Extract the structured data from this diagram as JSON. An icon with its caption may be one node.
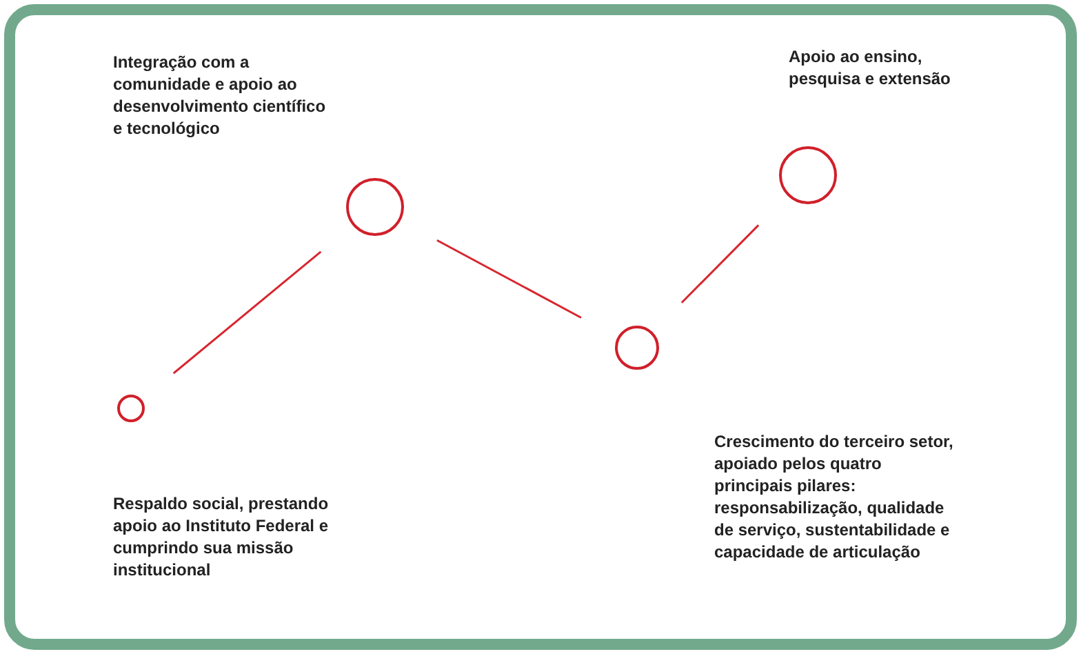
{
  "diagram": {
    "nodes": [
      {
        "text": [],
        "shape": "circle"
      },
      {
        "text": [],
        "shape": "circle"
      },
      {
        "text": [],
        "shape": "circle"
      },
      {
        "text": [],
        "shape": "circle"
      }
    ],
    "edges": [
      {
        "from": 0,
        "to": 1,
        "arrow": "none"
      },
      {
        "from": 1,
        "to": 2,
        "arrow": "none"
      },
      {
        "from": 2,
        "to": 3,
        "arrow": "none"
      }
    ],
    "labels": [
      "Integração com a comunidade e apoio ao desenvolvimento científico e tecnológico",
      "Apoio ao ensino, pesquisa e extensão",
      "Crescimento do terceiro setor, apoiado pelos quatro principais pilares: responsabilização, qualidade de serviço, sustentabilidade e capacidade de articulação",
      "Respaldo social, prestando apoio ao Instituto Federal e cumprindo sua missão institucional"
    ]
  }
}
